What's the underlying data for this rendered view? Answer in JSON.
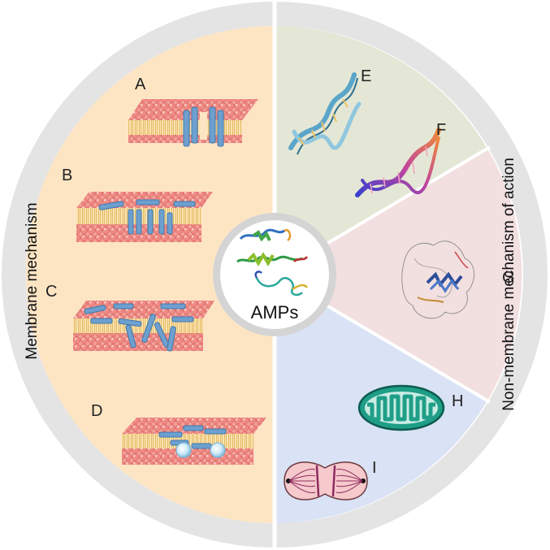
{
  "center": {
    "label": "AMPs"
  },
  "left_half": {
    "title": "Membrane mechanism",
    "color": "#fde5c4"
  },
  "right_half": {
    "title": "Non-membrane mechanism of action"
  },
  "panels": {
    "A": "A",
    "B": "B",
    "C": "C",
    "D": "D",
    "E": "E",
    "F": "F",
    "G": "G",
    "H": "H",
    "I": "I"
  },
  "colors": {
    "ring": "#e6e6e6",
    "sector_top": "#e3e6d3",
    "sector_right": "#f1dede",
    "sector_bottom": "#d9e1f6",
    "lipid_head": "#ef8c86",
    "peptide": "#6fa1cf",
    "mitochondrion": "#1e9c86",
    "cell": "#f6c9cc"
  }
}
